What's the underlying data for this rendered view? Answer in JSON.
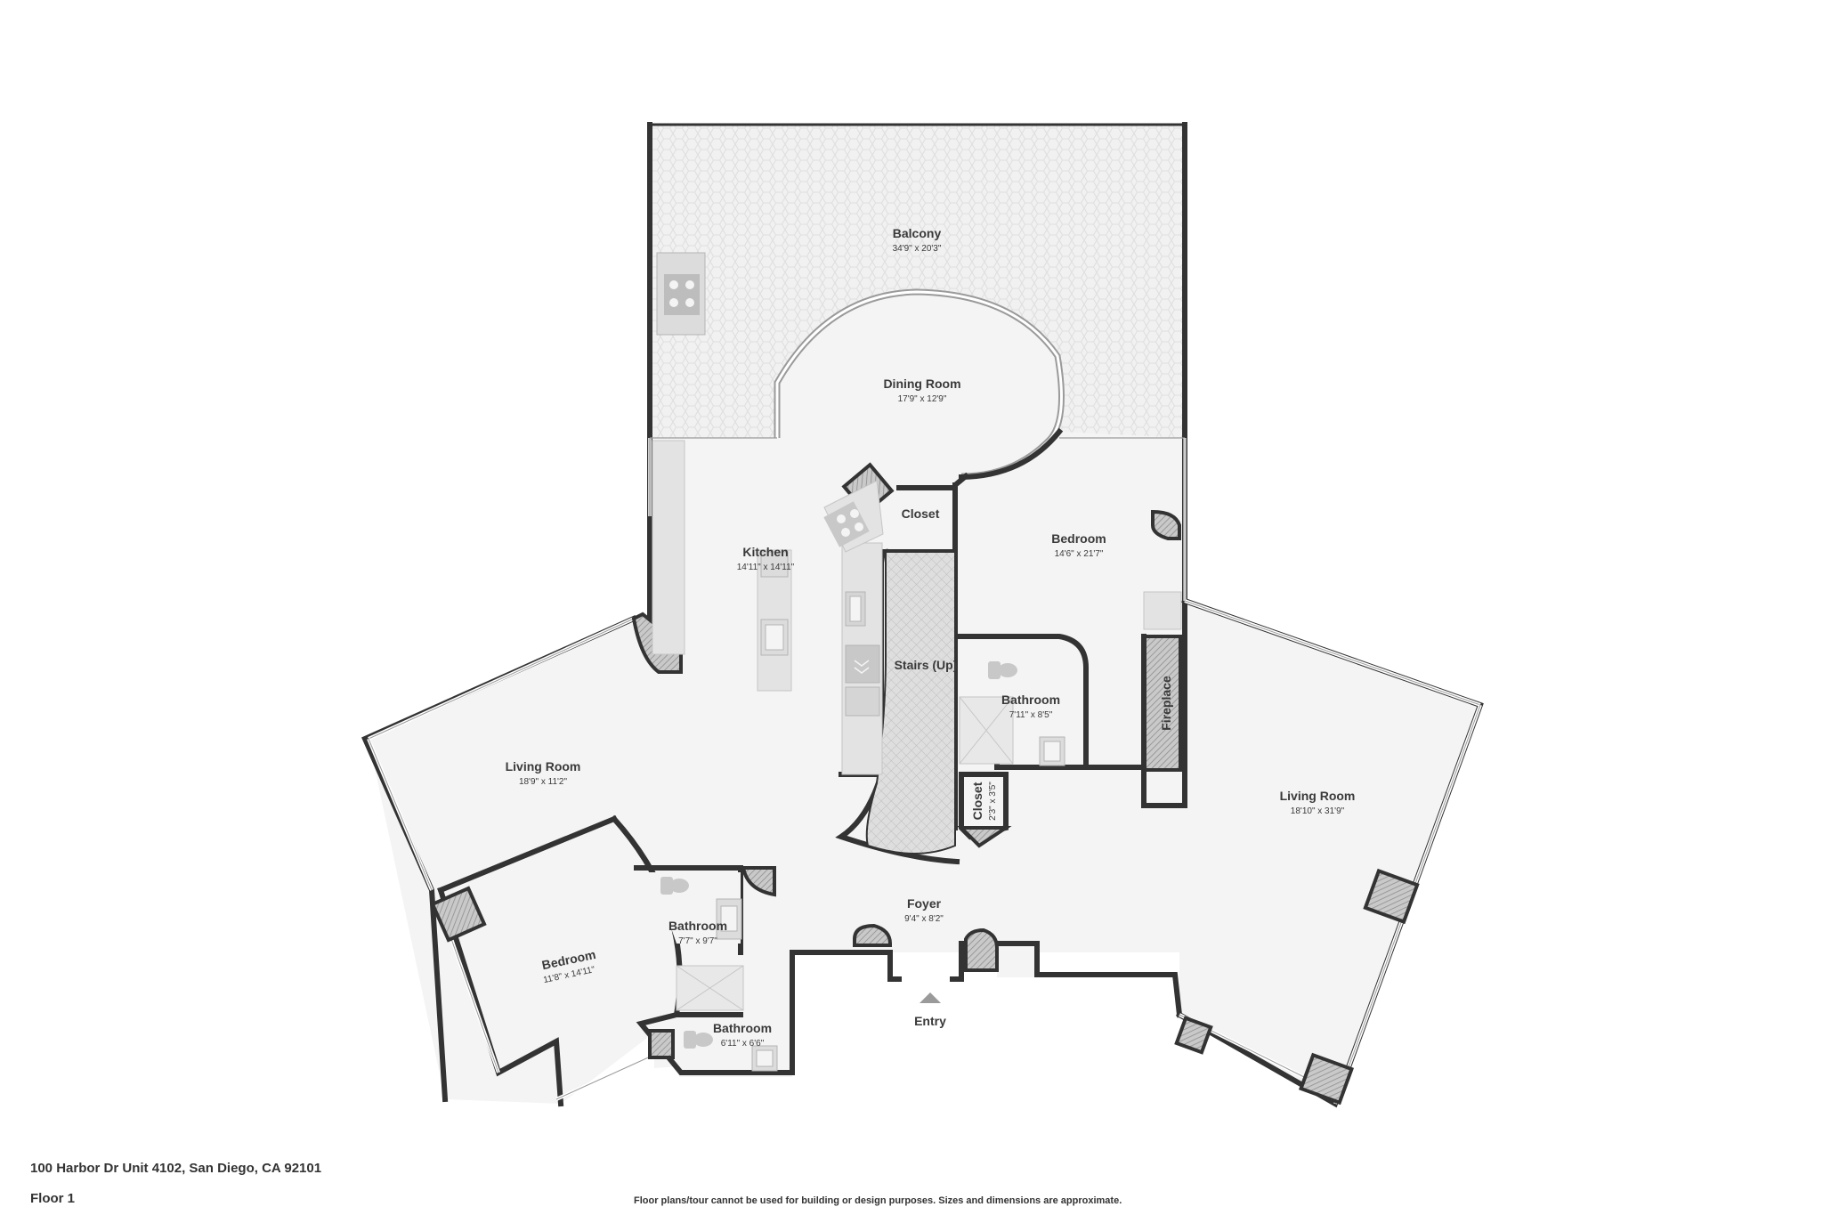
{
  "rooms": {
    "balcony": {
      "name": "Balcony",
      "dims": "34'9\" x 20'3\""
    },
    "dining_room": {
      "name": "Dining Room",
      "dims": "17'9\" x 12'9\""
    },
    "closet_top": {
      "name": "Closet"
    },
    "kitchen": {
      "name": "Kitchen",
      "dims": "14'11\" x 14'11\""
    },
    "bedroom_right": {
      "name": "Bedroom",
      "dims": "14'6\" x 21'7\""
    },
    "stairs": {
      "name": "Stairs (Up)"
    },
    "bathroom_mid": {
      "name": "Bathroom",
      "dims": "7'11\" x 8'5\""
    },
    "fireplace": {
      "name": "Fireplace"
    },
    "closet_small": {
      "name": "Closet",
      "dims": "2'3\" x 3'5\""
    },
    "living_left": {
      "name": "Living Room",
      "dims": "18'9\" x 11'2\""
    },
    "living_right": {
      "name": "Living Room",
      "dims": "18'10\" x 31'9\""
    },
    "foyer": {
      "name": "Foyer",
      "dims": "9'4\" x 8'2\""
    },
    "bathroom_left": {
      "name": "Bathroom",
      "dims": "7'7\" x 9'7\""
    },
    "bedroom_left": {
      "name": "Bedroom",
      "dims": "11'8\" x 14'11\""
    },
    "bathroom_small": {
      "name": "Bathroom",
      "dims": "6'11\" x 6'6\""
    },
    "entry": {
      "name": "Entry"
    }
  },
  "footer": {
    "address": "100 Harbor Dr Unit 4102, San Diego, CA 92101",
    "floor": "Floor 1",
    "disclaimer": "Floor plans/tour cannot be used for building or design purposes. Sizes and dimensions are approximate."
  },
  "colors": {
    "wall": "#333333",
    "floor": "#f4f4f4",
    "balcony_tile": "#ebebeb",
    "fixture": "#dcdcdc",
    "text": "#3a3a3a"
  }
}
